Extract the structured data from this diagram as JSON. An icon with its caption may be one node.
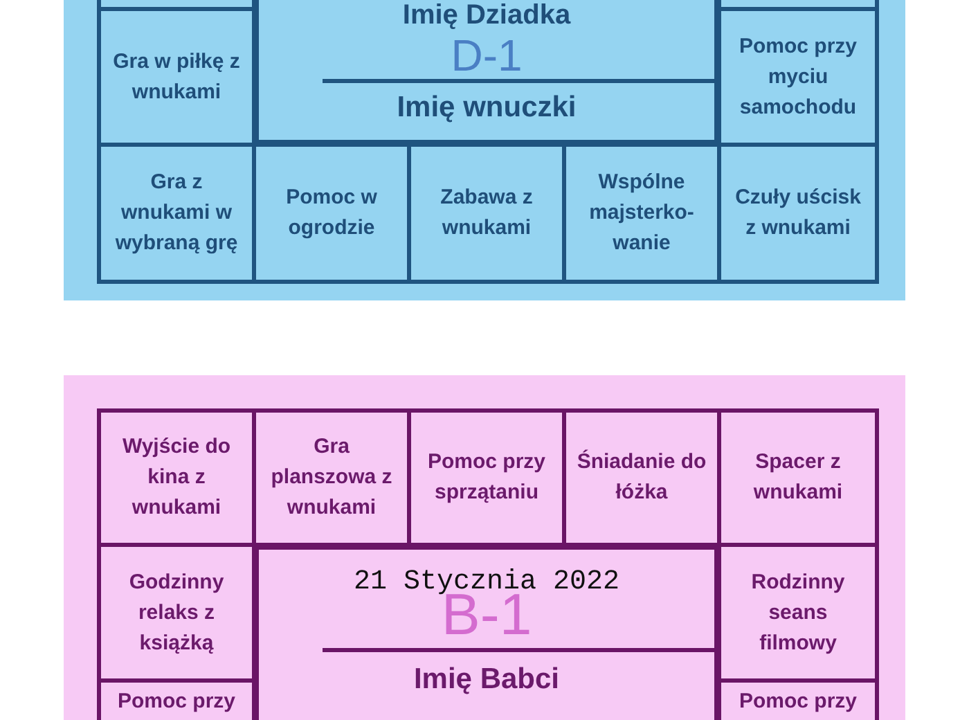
{
  "diagram": {
    "nodes": [
      {
        "text": [],
        "shape": "box"
      },
      {
        "text": [],
        "shape": "box",
        "in": 0
      },
      {
        "text": [
          "Imię Dziadka",
          "D-1",
          "Imię wnuczki"
        ],
        "in": 0
      },
      {
        "text": [],
        "shape": "box",
        "in": 0
      },
      {
        "text": [
          "Gra w piłkę z wnukami"
        ],
        "in": 0
      },
      {
        "text": [
          "Pomoc przy myciu samochodu"
        ],
        "in": 0
      },
      {
        "text": [
          "Gra z wnukami w wybraną grę"
        ],
        "in": 0
      },
      {
        "text": [
          "Pomoc w ogrodzie"
        ],
        "in": 0
      },
      {
        "text": [
          "Zabawa z wnukami"
        ],
        "in": 0
      },
      {
        "text": [
          "Wspólne majsterko- wanie"
        ],
        "in": 0
      },
      {
        "text": [
          "Czuły uścisk z wnukami"
        ],
        "in": 0
      },
      {
        "text": [],
        "shape": "box"
      },
      {
        "text": [
          "Wyjście do kina z wnukami"
        ],
        "in": 11
      },
      {
        "text": [
          "Gra planszowa z wnukami"
        ],
        "in": 11
      },
      {
        "text": [
          "Pomoc przy sprzątaniu"
        ],
        "in": 11
      },
      {
        "text": [
          "Śniadanie do łóżka"
        ],
        "in": 11
      },
      {
        "text": [
          "Spacer z wnukami"
        ],
        "in": 11
      },
      {
        "text": [
          "Godzinny relaks z książką"
        ],
        "in": 11
      },
      {
        "text": [
          "21 Stycznia 2022",
          "B-1",
          "Imię Babci"
        ],
        "in": 11
      },
      {
        "text": [
          "Rodzinny seans filmowy"
        ],
        "in": 11
      },
      {
        "text": [
          "Pomoc przy"
        ],
        "in": 11
      },
      {
        "text": [
          "Pomoc przy"
        ],
        "in": 11
      }
    ]
  }
}
